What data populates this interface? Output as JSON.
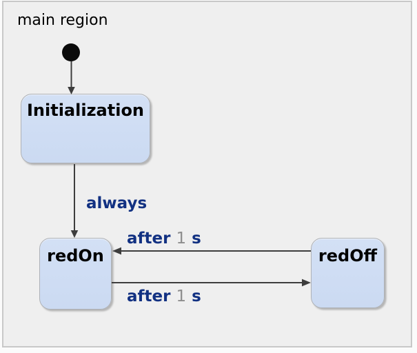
{
  "diagram": {
    "region_label": "main region",
    "states": [
      {
        "name": "Initialization"
      },
      {
        "name": "redOn"
      },
      {
        "name": "redOff"
      }
    ],
    "transitions": [
      {
        "from": "initial",
        "to": "Initialization",
        "label": ""
      },
      {
        "from": "Initialization",
        "to": "redOn",
        "label": "always"
      },
      {
        "from": "redOff",
        "to": "redOn",
        "label": "after 1 s"
      },
      {
        "from": "redOn",
        "to": "redOff",
        "label": "after 1 s"
      }
    ],
    "label_parts": {
      "always": "always",
      "after_keyword": "after",
      "after_value": "1",
      "after_unit": "s"
    },
    "colors": {
      "canvas_background": "#efefef",
      "frame_border": "#c8c8c8",
      "state_fill": "#ccdcf2",
      "state_border": "#aeb1b6",
      "state_text": "#000000",
      "arrow": "#3d3d3d",
      "keyword_text": "#123182",
      "value_text": "#8d8d8d",
      "initial_dot": "#0a0a0a"
    }
  }
}
